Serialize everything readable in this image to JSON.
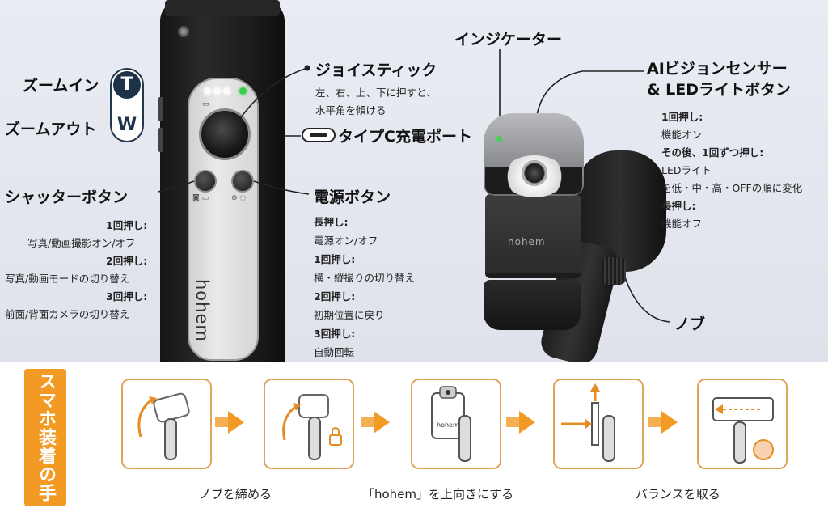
{
  "brand": "hohem",
  "buttons": {
    "zoom_in_label": "ズームイン",
    "zoom_in_key": "T",
    "zoom_out_label": "ズームアウト",
    "zoom_out_key": "W"
  },
  "joystick": {
    "title": "ジョイスティック",
    "desc1": "左、右、上、下に押すと、",
    "desc2": "水平角を傾ける"
  },
  "charge_port": {
    "title": "タイプC充電ポート"
  },
  "shutter": {
    "title": "シャッターボタン",
    "lines": [
      "1回押し:",
      "写真/動画撮影オン/オフ",
      "2回押し:",
      "写真/動画モードの切り替え",
      "3回押し:",
      "前面/背面カメラの切り替え"
    ]
  },
  "power": {
    "title": "電源ボタン",
    "lines": [
      "長押し:",
      "電源オン/オフ",
      "1回押し:",
      "横・縦撮りの切り替え",
      "2回押し:",
      "初期位置に戻り",
      "3回押し:",
      "自動回転"
    ]
  },
  "indicator": {
    "title": "インジケーター"
  },
  "ai_sensor": {
    "title1": "AIビジョンセンサー",
    "title2": "& LEDライトボタン",
    "lines": [
      "1回押し:",
      "機能オン",
      "その後、1回ずつ押し:",
      "LEDライト",
      "を低・中・高・OFFの順に変化",
      "長押し:",
      "機能オフ"
    ]
  },
  "knob": {
    "title": "ノブ"
  },
  "mount_steps": {
    "heading": "スマホ装着の手順",
    "captions": [
      "ノブを締める",
      "「hohem」を上向きにする",
      "バランスを取る"
    ]
  },
  "colors": {
    "accent_orange": "#f29a23",
    "navy": "#1e3248",
    "led_green": "#3ad14a"
  }
}
